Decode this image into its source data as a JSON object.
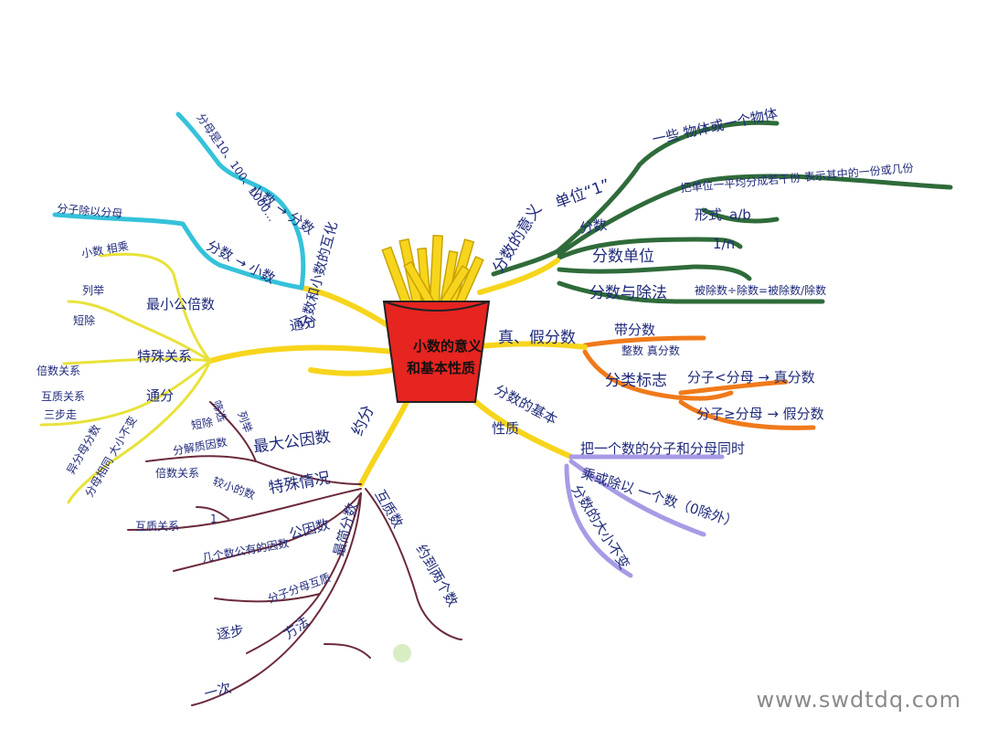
{
  "center": {
    "line1": "小数的意义",
    "line2": "和基本性质"
  },
  "watermark": "www.swdtdq.com",
  "colors": {
    "fries": "#f7d51d",
    "fries_outline": "#c9a400",
    "box": "#e62420",
    "green": "#2f6b3a",
    "orange": "#f07a1a",
    "purple": "#a79be6",
    "cyan": "#35c2da",
    "yellow": "#e8e23a",
    "maroon": "#6b2a3a",
    "ink": "#1f2a7a"
  },
  "branches": {
    "meaning": {
      "label": "分数的意义",
      "unit": "单位“1”",
      "unit_sub": "一些 物体或一个物体",
      "fraction": "分数",
      "fraction_sub": "把单位一平均分成若干份 表示其中的一份或几份",
      "form": "形式",
      "form_value": "a/b",
      "one_over_n": "1/n",
      "fraction_unit": "分数单位",
      "div": "分数与除法",
      "div_sub": "被除数÷除数=被除数/除数"
    },
    "proper": {
      "label": "真、假分数",
      "mixed": "带分数",
      "mixed_sub": "整数 真分数",
      "class_sign": "分类标志",
      "proper_rule": "分子<分母 → 真分数",
      "improper_rule": "分子≥分母 → 假分数"
    },
    "basic": {
      "label": "分数的基本",
      "label2": "性质",
      "rule1": "把一个数的分子和分母同时",
      "rule2": "乘或除以 一个数（0除外）",
      "rule3": "分数的大小不变"
    },
    "reduce": {
      "label": "约分",
      "gcd": "最大公因数",
      "gcd_methods": [
        "短除",
        "分解质因数",
        "列举",
        "筛选"
      ],
      "special": "特殊情况",
      "special_items": [
        "倍数关系",
        "较小的数",
        "互质关系",
        "1"
      ],
      "common_factor": "公因数",
      "several": "几个数公有的因数",
      "coprime": "互质数",
      "coprime_sub": "约到两个数",
      "simplest": "最简分数",
      "method": "方法",
      "method_items": [
        "分子分母互质",
        "逐步",
        "一次"
      ]
    },
    "common": {
      "label": "通分",
      "lcm": "最小公倍数",
      "lcm_items": [
        "小数 相乘",
        "列举",
        "短除"
      ],
      "special": "特殊关系",
      "special_items": [
        "倍数关系",
        "互质关系"
      ],
      "method": "通分",
      "method_items": [
        "异分母分数",
        "分母相同 大小不变",
        "三步走"
      ]
    },
    "convert": {
      "label": "分数和小数的互化",
      "dec_to_frac": "小数 → 分数",
      "frac_to_dec": "分数 → 小数",
      "sub1": "分母是10、100、1000…",
      "sub2": "分子除以分母"
    }
  }
}
